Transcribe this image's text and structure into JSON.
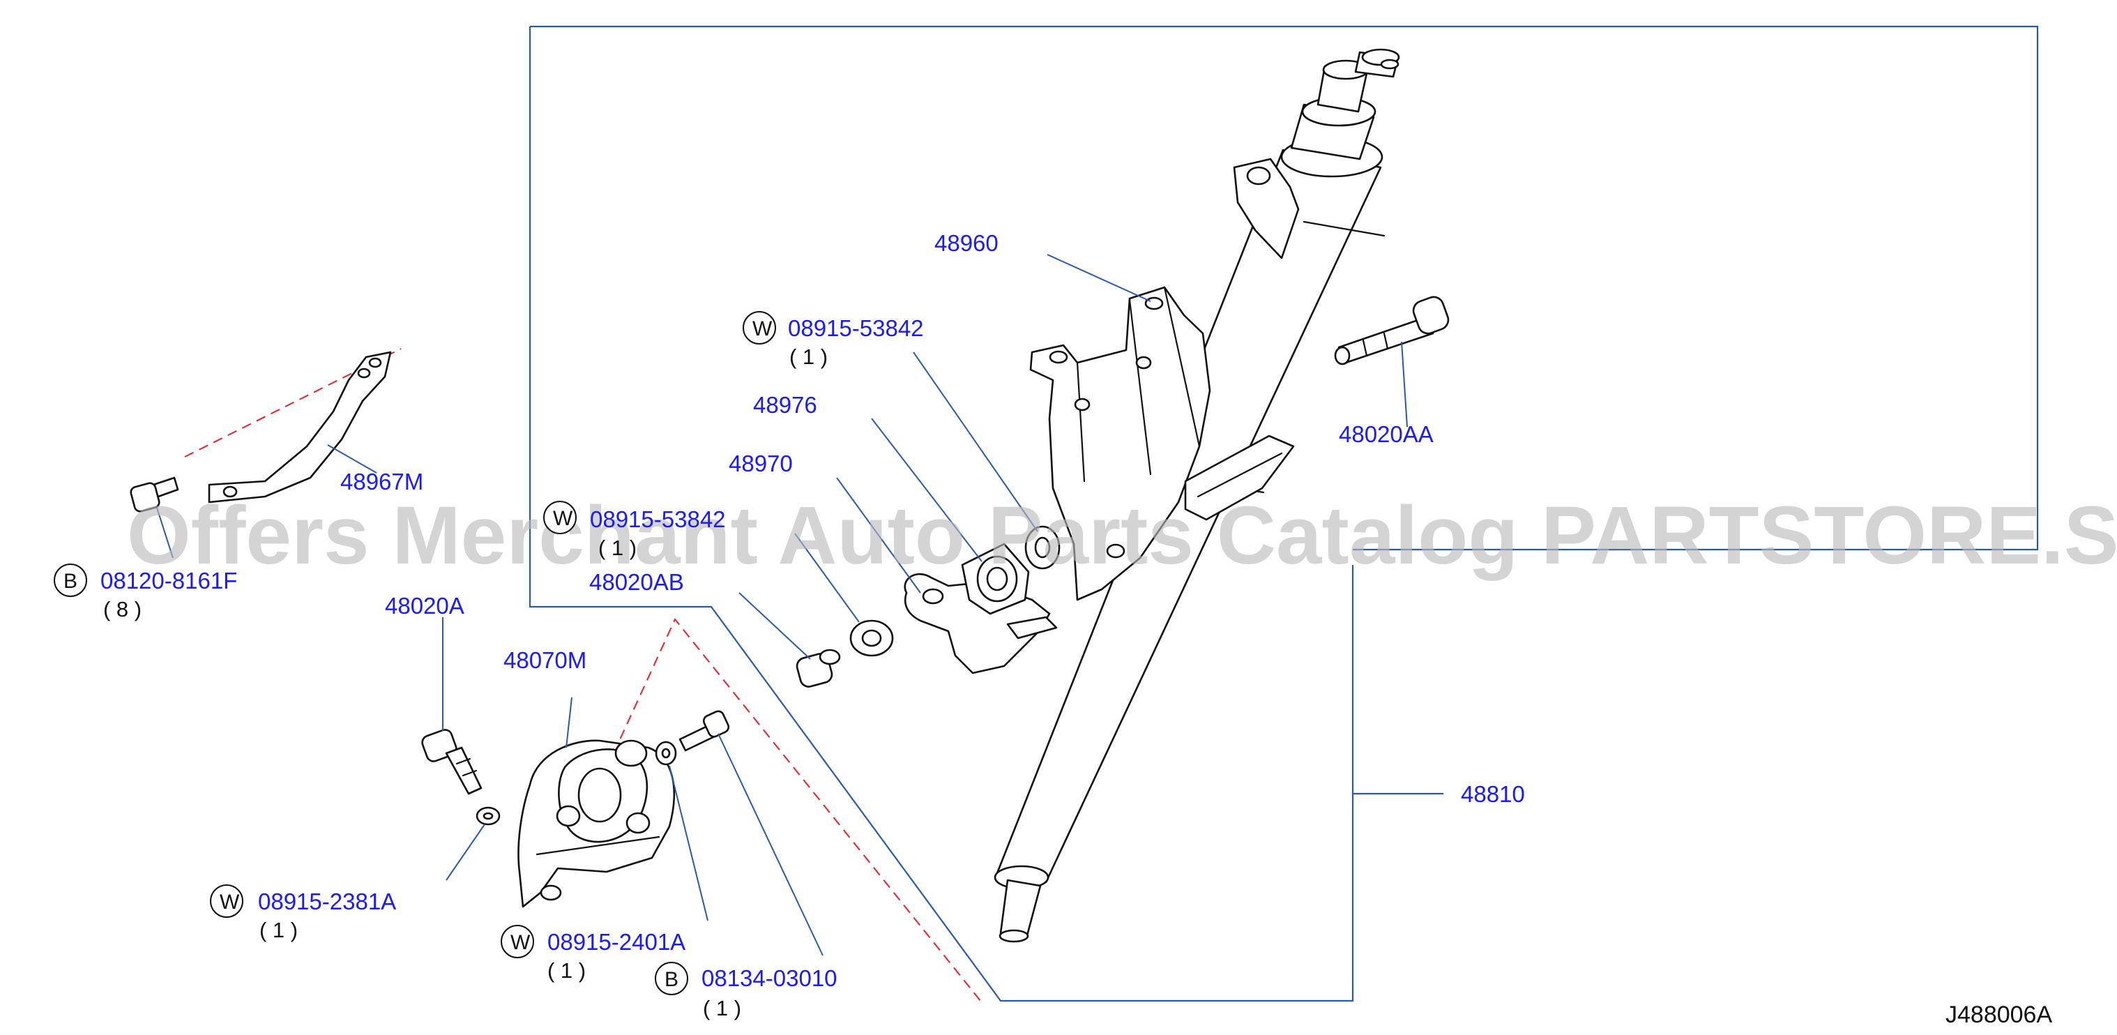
{
  "diagram": {
    "reference_code": "J488006A",
    "watermark": "Offers Merchant Auto Parts Catalog PARTSTORE.SA",
    "callouts": {
      "c48960": "48960",
      "c48976": "48976",
      "c48970": "48970",
      "c48020AB": "48020AB",
      "c48020AA": "48020AA",
      "c48810": "48810",
      "c48967M": "48967M",
      "c48020A": "48020A",
      "c48070M": "48070M",
      "w1": {
        "badge": "W",
        "part": "08915-53842",
        "qty": "( 1 )"
      },
      "w2": {
        "badge": "W",
        "part": "08915-53842",
        "qty": "( 1 )"
      },
      "b1": {
        "badge": "B",
        "part": "08120-8161F",
        "qty": "( 8 )"
      },
      "w3": {
        "badge": "W",
        "part": "08915-2381A",
        "qty": "( 1 )"
      },
      "w4": {
        "badge": "W",
        "part": "08915-2401A",
        "qty": "( 1 )"
      },
      "b2": {
        "badge": "B",
        "part": "08134-03010",
        "qty": "( 1 )"
      }
    }
  }
}
